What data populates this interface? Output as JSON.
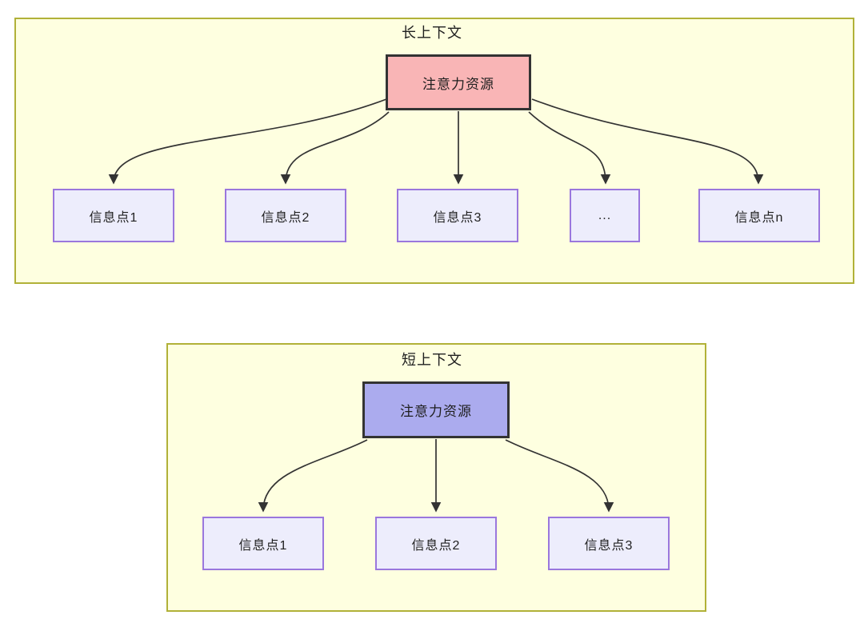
{
  "diagram": {
    "sections": [
      {
        "title": "长上下文",
        "attention_label": "注意力资源",
        "info_boxes": [
          "信息点1",
          "信息点2",
          "信息点3",
          "...",
          "信息点n"
        ]
      },
      {
        "title": "短上下文",
        "attention_label": "注意力资源",
        "info_boxes": [
          "信息点1",
          "信息点2",
          "信息点3"
        ]
      }
    ],
    "colors": {
      "container_fill": "#feffe0",
      "container_border": "#b1b138",
      "long_attention_fill": "#f9b5b6",
      "short_attention_fill": "#ababee",
      "attention_border": "#333333",
      "info_fill": "#ededfc",
      "info_border": "#9a77dd",
      "arrow": "#333333",
      "text": "#1f1f1f"
    }
  }
}
